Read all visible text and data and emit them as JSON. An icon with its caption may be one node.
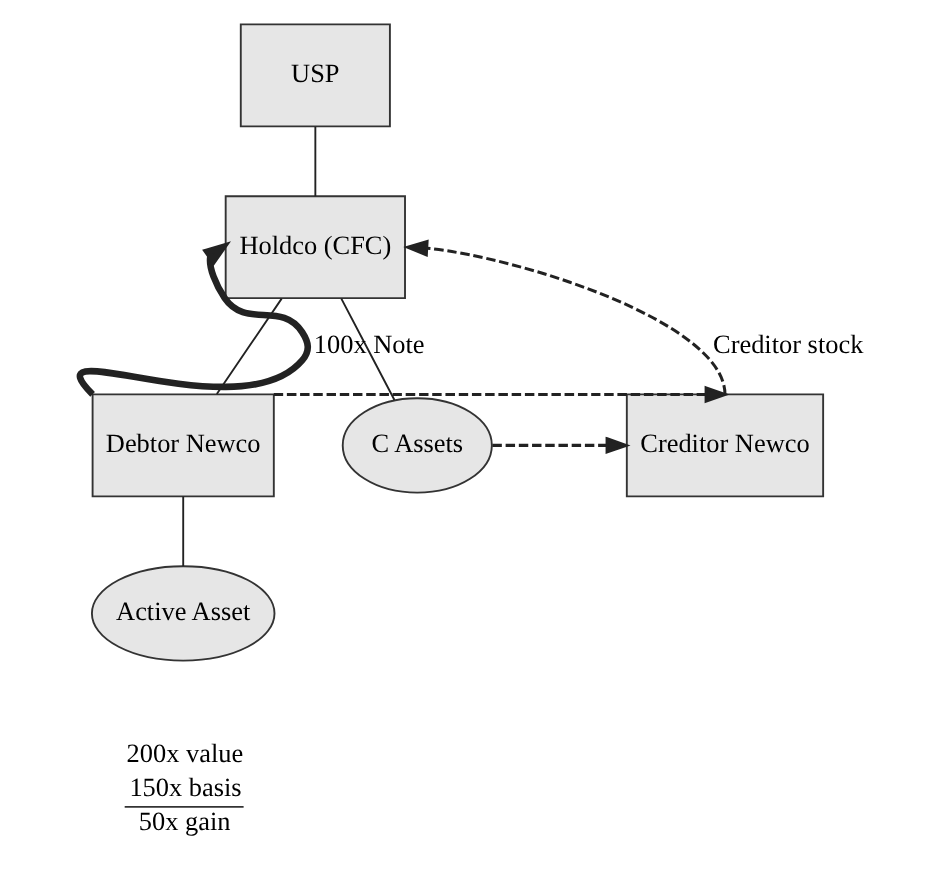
{
  "diagram": {
    "nodes": [
      {
        "text": [
          "USP"
        ]
      },
      {
        "text": [
          "Holdco (CFC)"
        ]
      },
      {
        "text": [
          "Debtor Newco"
        ]
      },
      {
        "text": [
          "C Assets"
        ]
      },
      {
        "text": [
          "Creditor Newco"
        ]
      },
      {
        "text": [
          "Active Asset"
        ],
        "beside": [
          "200x value",
          "150x basis",
          "50x gain"
        ]
      }
    ],
    "edges": [
      {
        "from": 0,
        "to": 1,
        "arrow": "none"
      },
      {
        "from": 1,
        "to": 2,
        "arrow": "none"
      },
      {
        "from": 1,
        "to": 3,
        "arrow": "none"
      },
      {
        "from": 2,
        "to": 1,
        "arrow": "to",
        "label": "100x Note",
        "style": "thick"
      },
      {
        "from": 2,
        "to": 4,
        "arrow": "to",
        "style": "dashed"
      },
      {
        "from": 3,
        "to": 4,
        "arrow": "to",
        "style": "dashed"
      },
      {
        "from": 4,
        "to": 1,
        "arrow": "to",
        "label": "Creditor stock",
        "style": "dashed"
      },
      {
        "from": 2,
        "to": 5,
        "arrow": "none"
      }
    ]
  }
}
